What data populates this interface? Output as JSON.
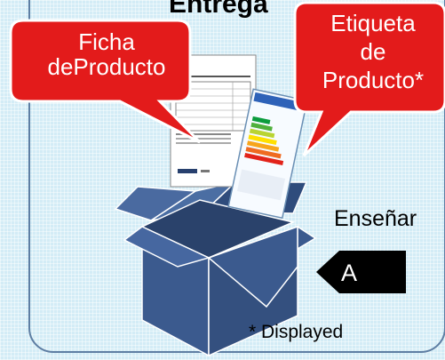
{
  "title": "Entrega",
  "callouts": [
    {
      "text_line1": "Ficha",
      "text_line2": "deProducto"
    },
    {
      "text_line1": "Etiqueta",
      "text_line2": "de",
      "text_line3": "Producto*"
    }
  ],
  "side_label": "Enseñar",
  "class_badge": "A",
  "footnote": "* Displayed",
  "colors": {
    "callout_fill": "#e31b1b",
    "box_fill": "#3b5a8e",
    "frame": "#5e7ea3",
    "arrow": "#000000"
  },
  "icons": [
    "shipping-box-icon",
    "product-sheet-icon",
    "energy-label-icon",
    "arrow-badge-icon"
  ]
}
